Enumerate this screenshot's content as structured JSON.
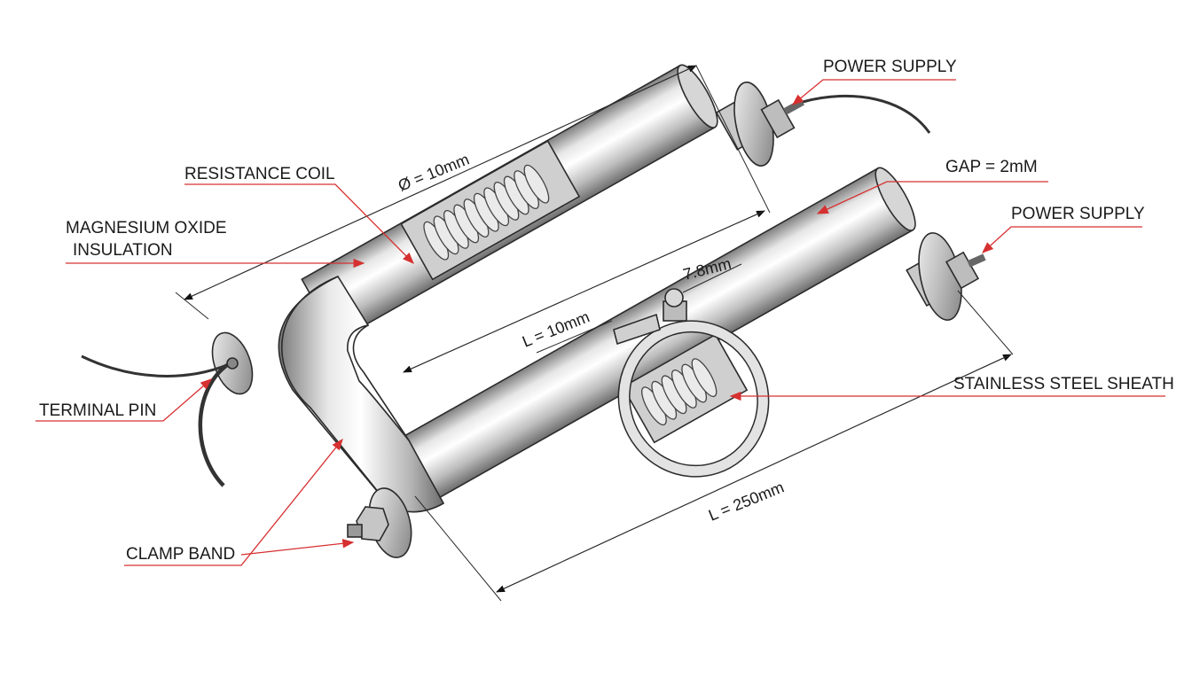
{
  "labels": {
    "resistance_coil": "RESISTANCE COIL",
    "mgo_line1": "MAGNESIUM OXIDE",
    "mgo_line2": "INSULATION",
    "terminal_pin": "TERMINAL PIN",
    "clamp_band": "CLAMP BAND",
    "power_supply_top": "POWER SUPPLY",
    "power_supply_right": "POWER SUPPLY",
    "gap": "GAP = 2mM",
    "stainless_sheath": "STAINLESS STEEL SHEATH"
  },
  "dimensions": {
    "diameter": "Ø = 10mm",
    "length_inner": "L = 10mm",
    "clamp": "7.8mm",
    "length_total": "L = 250mm"
  },
  "colors": {
    "leader": "#d63030",
    "dimension_line": "#2a2a2a",
    "steel_light": "#f4f4f4",
    "steel_mid": "#c8c8c8",
    "steel_dark": "#8a8a8a"
  },
  "icons": [
    "hex-nut-icon",
    "washer-icon",
    "wire-lead-icon"
  ]
}
